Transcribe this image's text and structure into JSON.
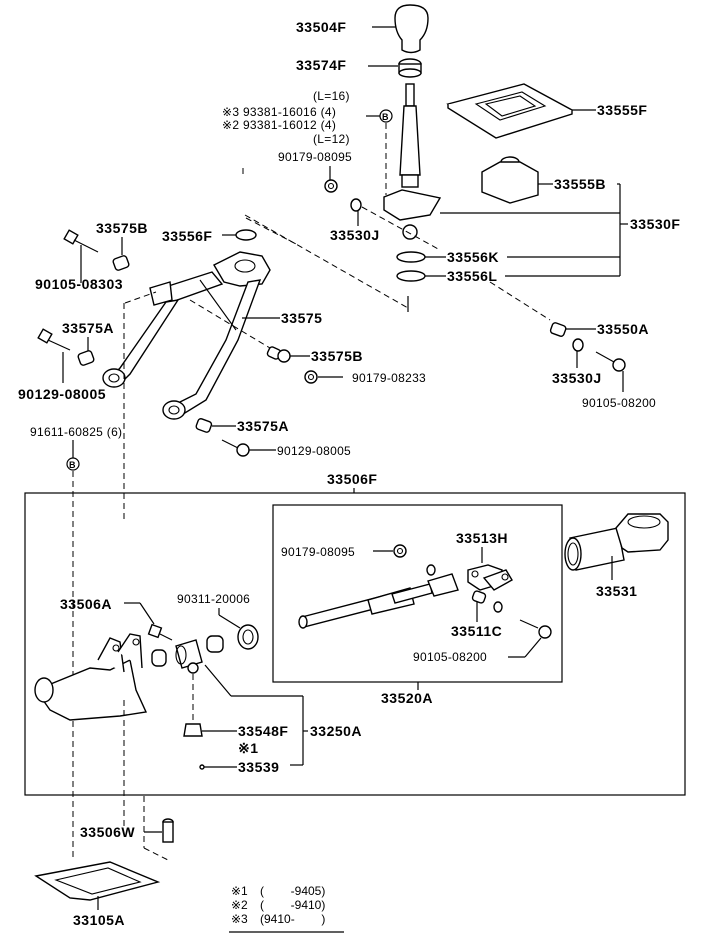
{
  "diagram": {
    "title": "Shift lever & retainer / control shaft parts diagram",
    "parts": {
      "knob": "33504F",
      "knob_seat": "33574F",
      "screw_note_l16": "(L=16)",
      "screw_3": "※3 93381-16016 (4)",
      "screw_2": "※2 93381-16012 (4)",
      "screw_note_l12": "(L=12)",
      "nut_top": "90179-08095",
      "boot_plate": "33555F",
      "boot": "33555B",
      "lever_assy": "33530F",
      "bushing_top": "33556F",
      "oring_1": "33530J",
      "seat_k": "33556K",
      "seat_l": "33556L",
      "bushing_left": "33575B",
      "bolt_left": "90105-08303",
      "lever_link": "33575",
      "collar_left": "33575A",
      "bolt_left2": "90129-08005",
      "bushing_mid": "33575B",
      "nut_mid": "90179-08233",
      "collar_mid": "33575A",
      "bolt_mid": "90129-08005",
      "plug_right": "33550A",
      "oring_right": "33530J",
      "bolt_right": "90105-08200",
      "bolt_b": "91611-60825 (6)",
      "housing_assy": "33506F",
      "shaft_nut": "90179-08095",
      "yoke": "33513H",
      "pin": "33511C",
      "shaft_bolt": "90105-08200",
      "shaft_assy": "33520A",
      "boot_right": "33531",
      "retainer_bolt": "33506A",
      "bearing": "90311-20006",
      "ball_seat": "33548F",
      "bracket_assy": "33250A",
      "note1": "※1",
      "pin_small": "33539",
      "plug_bottom": "33506W",
      "gasket": "33105A"
    },
    "callout_b": "B",
    "legend": [
      {
        "mark": "※1",
        "range": "(        -9405)"
      },
      {
        "mark": "※2",
        "range": "(        -9410)"
      },
      {
        "mark": "※3",
        "range": "(9410-        )"
      }
    ]
  }
}
